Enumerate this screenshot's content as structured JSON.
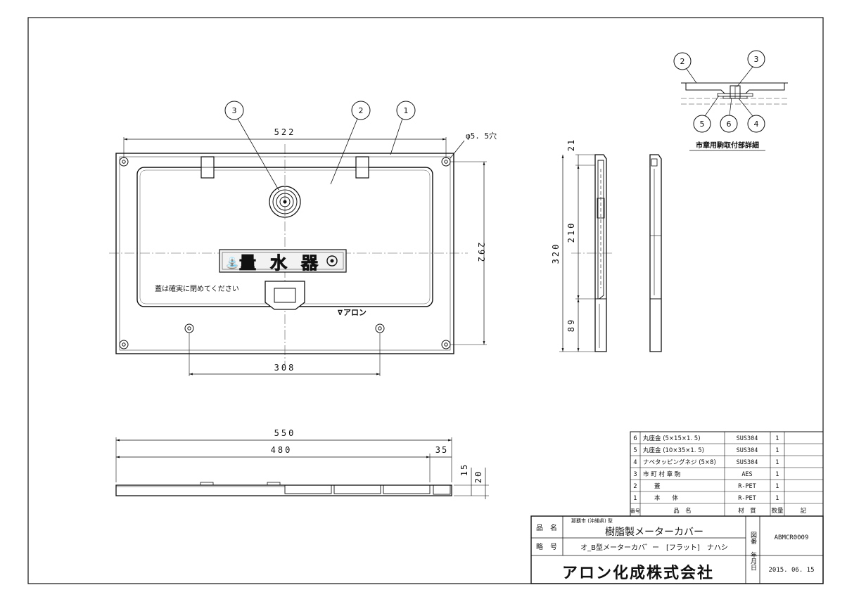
{
  "drawing": {
    "balloons_front": [
      "3",
      "2",
      "1"
    ],
    "hole_label": "φ5. 5穴",
    "front_dims": {
      "top": "522",
      "bottom": "308",
      "right": "292"
    },
    "plate": {
      "emblem": "量水器"
    },
    "lid_caption": "蓋は確実に閉めてください",
    "maker_mark": "アロン",
    "side_dims": {
      "d21": "21",
      "d210": "210",
      "d320": "320",
      "d89": "89"
    },
    "bottom_dims": {
      "d550": "550",
      "d480": "480",
      "d35": "35",
      "d15": "15",
      "d20": "20"
    },
    "detail": {
      "balloons": [
        "2",
        "3",
        "5",
        "6",
        "4"
      ],
      "caption": "市章用駒取付部詳細"
    }
  },
  "parts_table": {
    "header": {
      "no": "番号",
      "name": "品　名",
      "material": "材　質",
      "qty": "数量",
      "note": "記"
    },
    "rows": [
      {
        "no": "6",
        "name": "丸座金 (5×15×1. 5)",
        "material": "SUS304",
        "qty": "1",
        "note": ""
      },
      {
        "no": "5",
        "name": "丸座金 (10×35×1. 5)",
        "material": "SUS304",
        "qty": "1",
        "note": ""
      },
      {
        "no": "4",
        "name": "ナベタッピングネジ (5×8)",
        "material": "SUS304",
        "qty": "1",
        "note": ""
      },
      {
        "no": "3",
        "name": "市 町 村 章 駒",
        "material": "AES",
        "qty": "1",
        "note": ""
      },
      {
        "no": "2",
        "name": "蓋",
        "material": "R-PET",
        "qty": "1",
        "note": ""
      },
      {
        "no": "1",
        "name": "本　　体",
        "material": "R-PET",
        "qty": "1",
        "note": ""
      }
    ]
  },
  "title_block": {
    "hinmei_label": "品　名",
    "hinmei_sub": "那覇市 (沖縄県) 型",
    "hinmei": "樹脂製メーターカバー",
    "ryakugo_label": "略　号",
    "ryakugo": "オ_B型メーターカバ゛ー　[フラット]　ナハシ",
    "company": "アロン化成株式会社",
    "zuban_label": "図番",
    "zuban": "ABMCR0009",
    "date_label": "年月日",
    "date": "2015. 06. 15"
  }
}
